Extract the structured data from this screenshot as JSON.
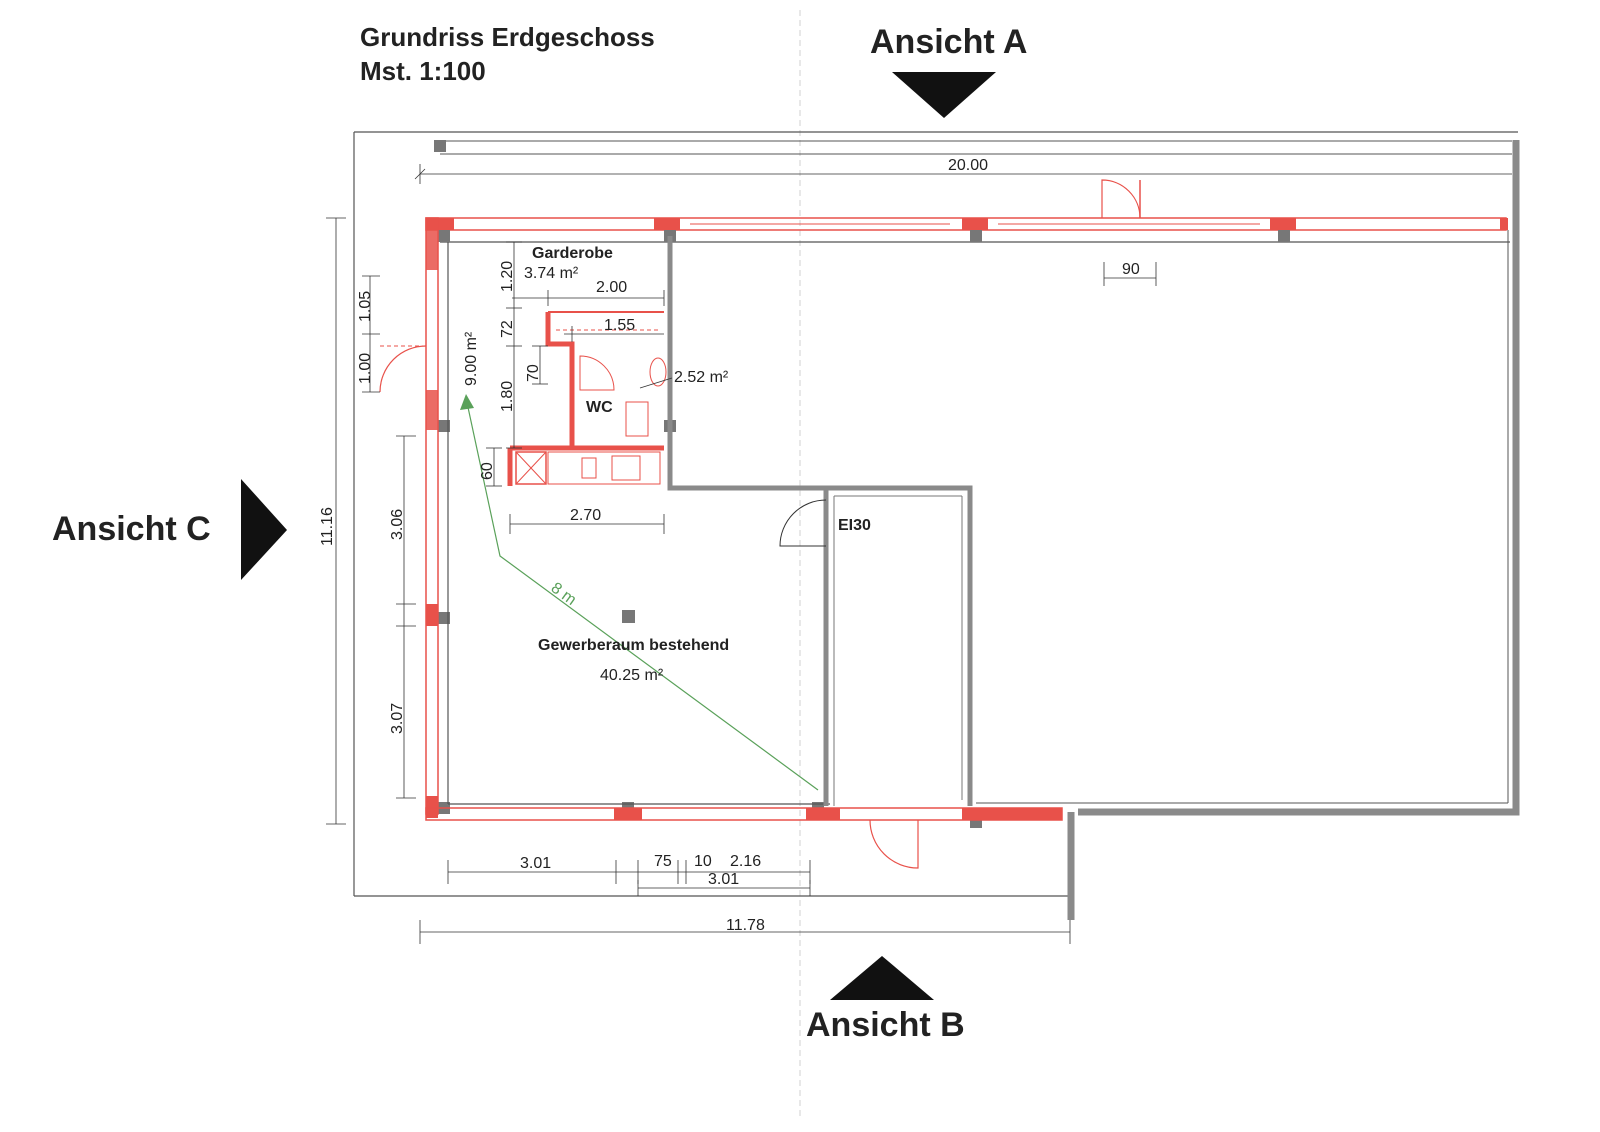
{
  "title": "Grundriss Erdgeschoss",
  "scale": "Mst. 1:100",
  "views": {
    "a": "Ansicht A",
    "b": "Ansicht B",
    "c": "Ansicht C"
  },
  "rooms": {
    "garderobe_name": "Garderobe",
    "garderobe_area": "3.74 m²",
    "corridor_area": "9.00 m²",
    "wc_name": "WC",
    "wc_area": "2.52 m²",
    "main_name": "Gewerberaum bestehend",
    "main_area": "40.25 m²",
    "fire_door": "EI30"
  },
  "escape_route": "8 m",
  "dimensions": {
    "total_width": "20.00",
    "door_width": "90",
    "total_height": "11.16",
    "entry_1": "1.05",
    "entry_2": "1.00",
    "garderobe_h": "1.20",
    "wc_top": "72",
    "wc_70": "70",
    "wc_h": "1.80",
    "kitchen_60": "60",
    "garderobe_w": "2.00",
    "wc_w": "1.55",
    "kitchen_w": "2.70",
    "left_upper": "3.06",
    "left_lower": "3.07",
    "bottom_1": "3.01",
    "bottom_75": "75",
    "bottom_10": "10",
    "bottom_216": "2.16",
    "bottom_301b": "3.01",
    "bottom_total": "11.78"
  },
  "colors": {
    "new_wall": "#e8514a",
    "existing_wall": "#808080",
    "escape_route": "#5aa15a"
  }
}
